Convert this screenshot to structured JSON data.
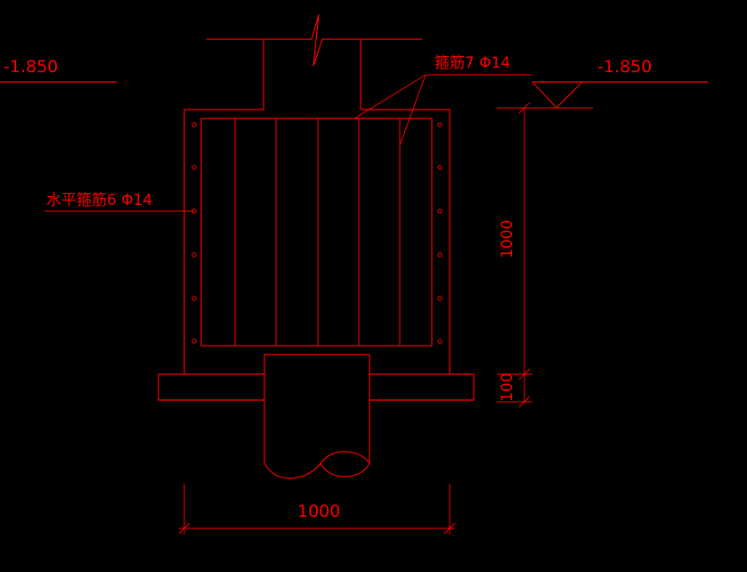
{
  "colors": {
    "background": "#000000",
    "line": "#ff0000"
  },
  "labels": {
    "elevation_left": "-1.850",
    "elevation_right": "-1.850",
    "stirrup_label": "箍筋7 Φ14",
    "horizontal_stirrup_label": "水平箍筋6 Φ14",
    "dim_height_main": "1000",
    "dim_height_base": "100",
    "dim_width": "1000"
  }
}
